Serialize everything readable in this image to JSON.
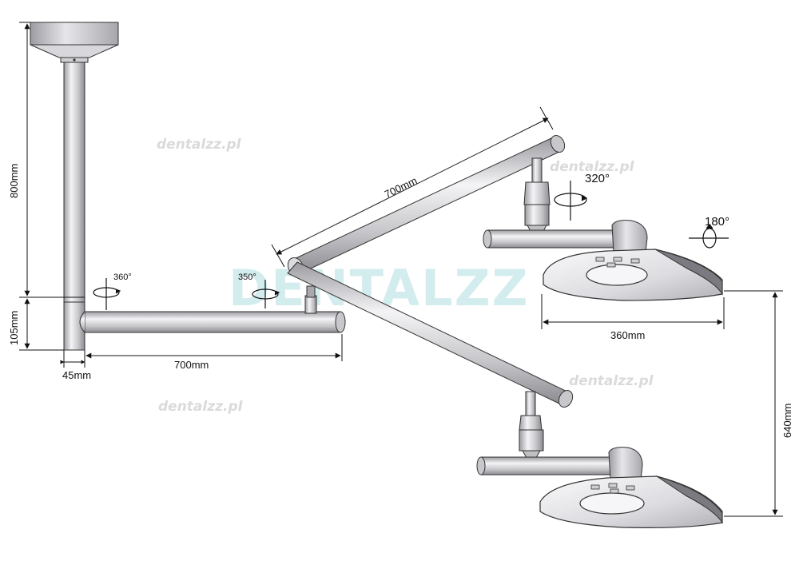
{
  "dimensions": {
    "ceiling_drop": "800mm",
    "arm_offset": "105mm",
    "tube_diameter": "45mm",
    "horizontal_arm": "700mm",
    "spring_arm": "700mm",
    "head_width": "360mm",
    "head_travel": "640mm"
  },
  "rotations": {
    "column_joint": "360°",
    "arm_joint": "350°",
    "yoke_joint": "320°",
    "head_tilt": "180°"
  },
  "watermarks": {
    "brand_large": "DENTALZZ",
    "site_1": "dentalzz.pl",
    "site_2": "dentalzz.pl",
    "site_3": "dentalzz.pl",
    "site_4": "dentalzz.pl"
  },
  "colors": {
    "metal_light": "#f2f2f4",
    "metal_mid": "#c4c4c8",
    "metal_dark": "#8e8e94",
    "head_face": "#e9e9ec",
    "head_rim": "#6e6e72",
    "watermark_teal": "#9fd6d9"
  }
}
